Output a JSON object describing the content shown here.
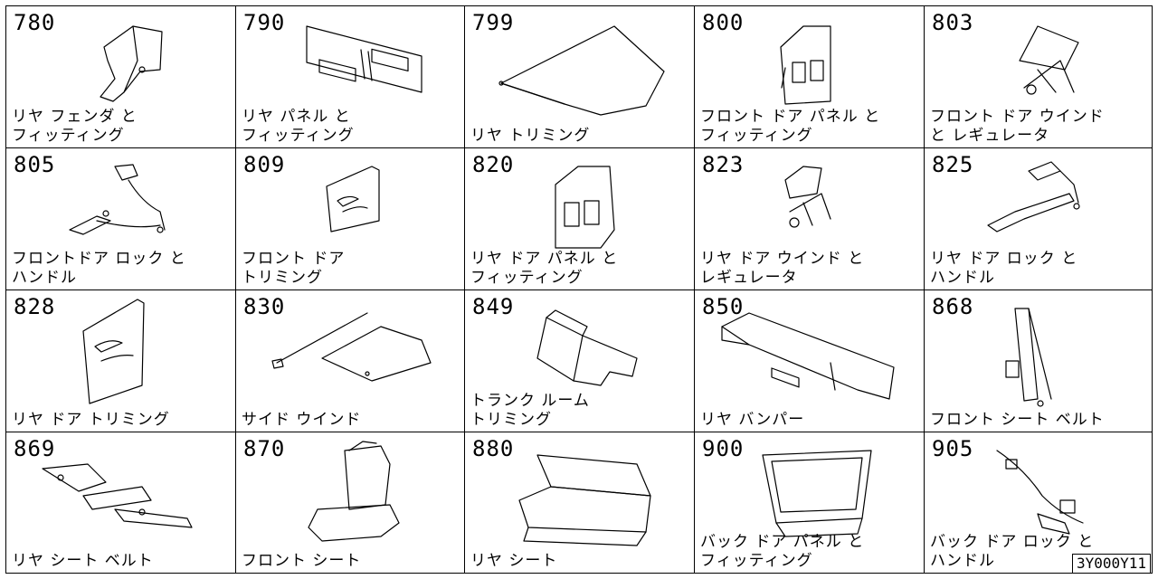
{
  "cells": [
    {
      "num": "780",
      "line1": "リヤ フェンダ と",
      "line2": "フィッティング"
    },
    {
      "num": "790",
      "line1": "リヤ パネル と",
      "line2": "フィッティング"
    },
    {
      "num": "799",
      "line1": "",
      "line2": "リヤ トリミング"
    },
    {
      "num": "800",
      "line1": "フロント ドア パネル と",
      "line2": "フィッティング"
    },
    {
      "num": "803",
      "line1": "フロント ドア ウインド",
      "line2": "と レギュレータ"
    },
    {
      "num": "805",
      "line1": "フロントドア ロック と",
      "line2": "ハンドル"
    },
    {
      "num": "809",
      "line1": "フロント ドア",
      "line2": "トリミング"
    },
    {
      "num": "820",
      "line1": "リヤ ドア パネル と",
      "line2": "フィッティング"
    },
    {
      "num": "823",
      "line1": "リヤ ドア ウインド と",
      "line2": "レギュレータ"
    },
    {
      "num": "825",
      "line1": "リヤ ドア ロック と",
      "line2": "ハンドル"
    },
    {
      "num": "828",
      "line1": "",
      "line2": "リヤ ドア トリミング"
    },
    {
      "num": "830",
      "line1": "",
      "line2": "サイド ウインド"
    },
    {
      "num": "849",
      "line1": "トランク ルーム",
      "line2": "トリミング"
    },
    {
      "num": "850",
      "line1": "",
      "line2": "リヤ バンパー"
    },
    {
      "num": "868",
      "line1": "",
      "line2": "フロント シート ベルト"
    },
    {
      "num": "869",
      "line1": "",
      "line2": "リヤ シート ベルト"
    },
    {
      "num": "870",
      "line1": "",
      "line2": "フロント シート"
    },
    {
      "num": "880",
      "line1": "",
      "line2": "リヤ シート"
    },
    {
      "num": "900",
      "line1": "バック ドア パネル と",
      "line2": "フィッティング"
    },
    {
      "num": "905",
      "line1": "バック ドア ロック と",
      "line2": "ハンドル"
    }
  ],
  "diagram_code": "3Y000Y11"
}
